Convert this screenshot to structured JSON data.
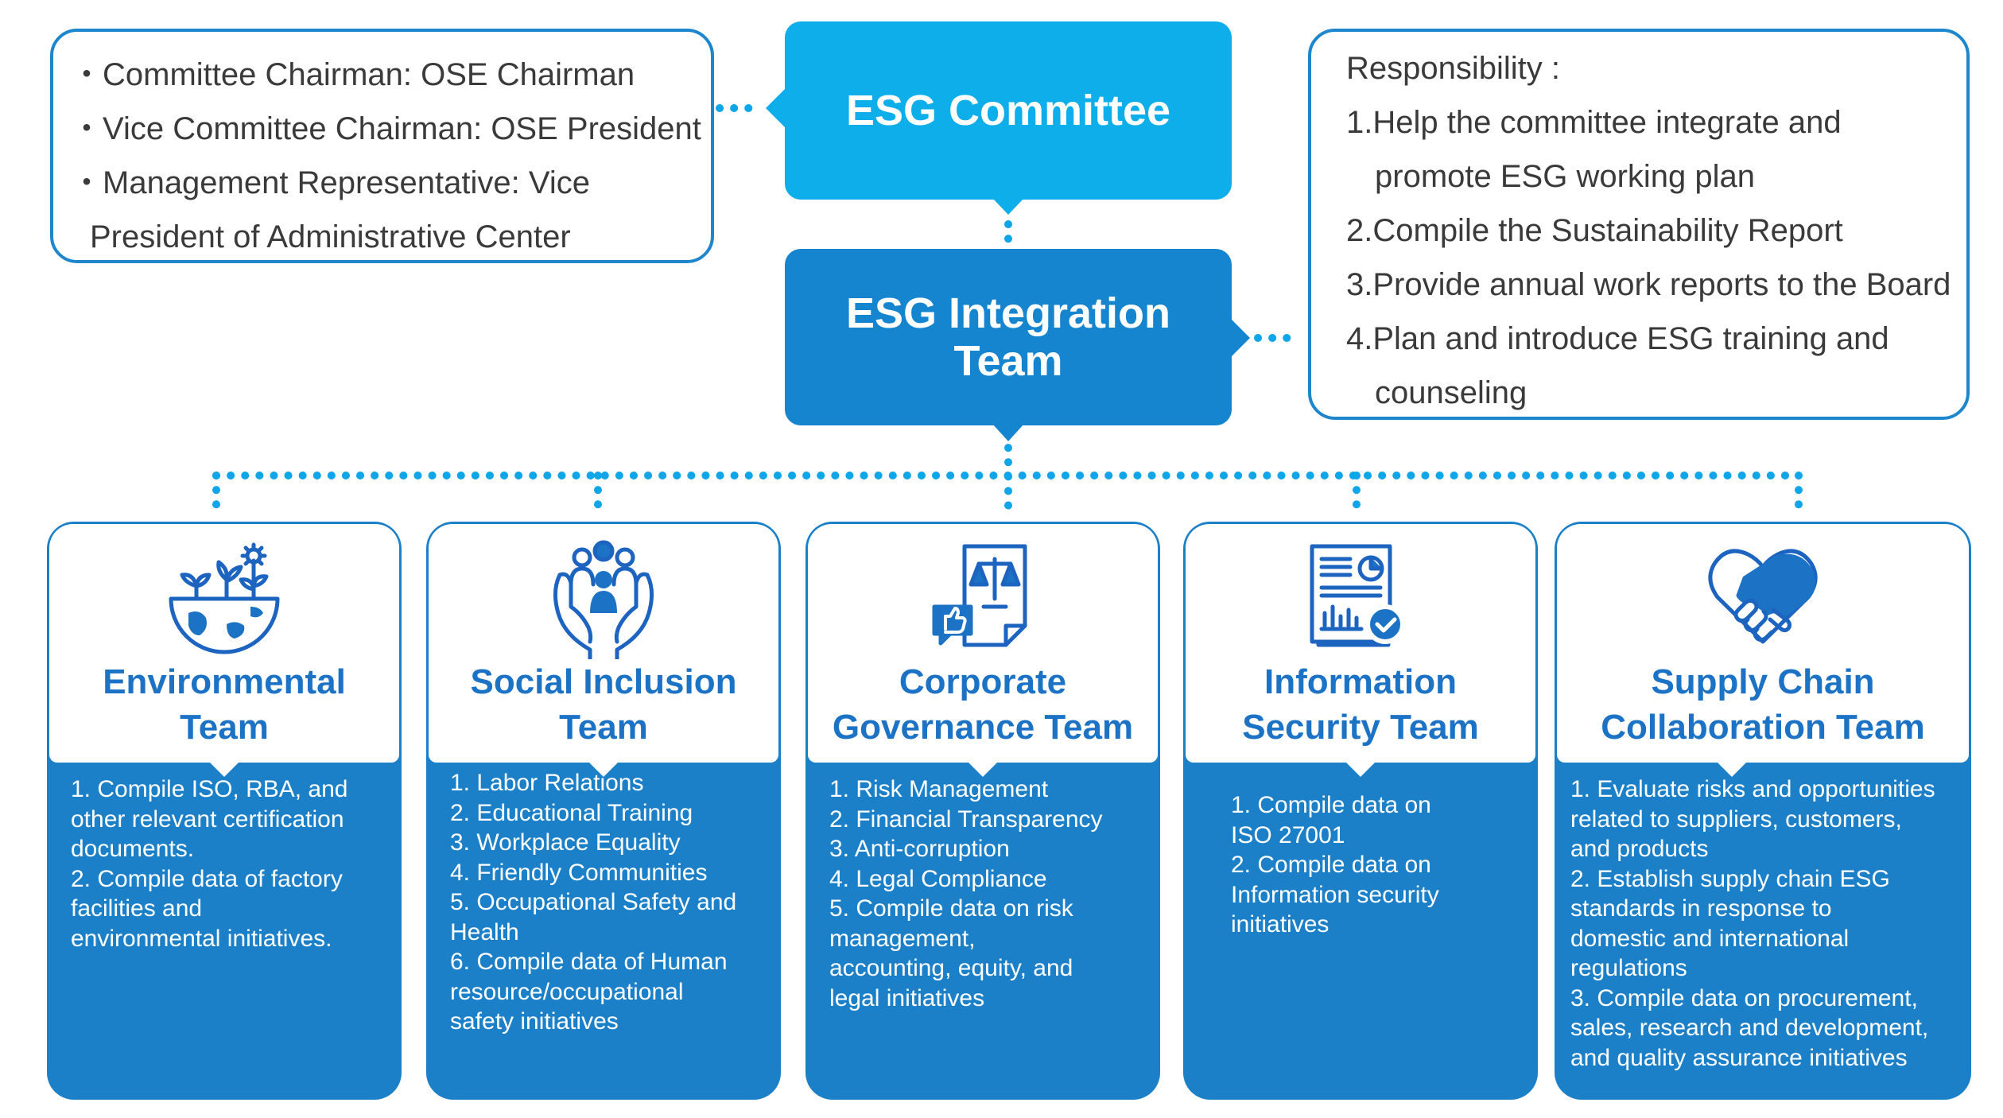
{
  "chairmanship": {
    "lines": [
      "Committee Chairman: OSE Chairman",
      "Vice Committee Chairman: OSE President",
      "Management Representative: Vice",
      "President of Administrative Center"
    ]
  },
  "committee": {
    "title": "ESG Committee"
  },
  "integration_team": {
    "title_line1": "ESG Integration",
    "title_line2": "Team"
  },
  "responsibility": {
    "heading": "Responsibility :",
    "lines": [
      "1.Help the committee integrate and",
      "promote ESG working plan",
      "2.Compile the Sustainability Report",
      "3.Provide annual work reports to the Board",
      "4.Plan and introduce ESG training and",
      "counseling"
    ]
  },
  "colors": {
    "committee": "#0eaeea",
    "integration": "#1585cf",
    "team_body": "#1c80c9",
    "team_title": "#1c72c4",
    "dots": "#0ea5e9",
    "outline": "#1e86cc"
  },
  "teams": [
    {
      "icon": "globe-plants-icon",
      "title_line1": "Environmental",
      "title_line2": "Team",
      "items": [
        "1. Compile ISO, RBA, and",
        "other relevant certification",
        "documents.",
        "2. Compile data of factory",
        "facilities and",
        "environmental initiatives."
      ]
    },
    {
      "icon": "hands-people-icon",
      "title_line1": "Social Inclusion",
      "title_line2": "Team",
      "items": [
        "1. Labor Relations",
        "2. Educational Training",
        "3. Workplace Equality",
        "4. Friendly Communities",
        "5. Occupational Safety and",
        "Health",
        "6. Compile data of Human",
        "resource/occupational",
        "safety initiatives"
      ]
    },
    {
      "icon": "scales-document-icon",
      "title_line1": "Corporate",
      "title_line2": "Governance Team",
      "items": [
        "1. Risk Management",
        "2. Financial Transparency",
        "3. Anti-corruption",
        "4. Legal Compliance",
        "5. Compile data on risk",
        "management,",
        "accounting, equity, and",
        "legal initiatives"
      ]
    },
    {
      "icon": "report-check-icon",
      "title_line1": "Information",
      "title_line2": "Security Team",
      "items": [
        "1. Compile data on",
        "ISO 27001",
        "2. Compile data on",
        "Information security",
        "initiatives"
      ]
    },
    {
      "icon": "handshake-heart-icon",
      "title_line1": "Supply Chain",
      "title_line2": "Collaboration Team",
      "items": [
        "1. Evaluate risks and opportunities",
        "related to suppliers, customers,",
        "and products",
        "2. Establish supply chain ESG",
        "standards in response to",
        "domestic and international",
        "regulations",
        "3. Compile data on procurement,",
        "sales, research and development,",
        "and quality assurance initiatives"
      ]
    }
  ]
}
